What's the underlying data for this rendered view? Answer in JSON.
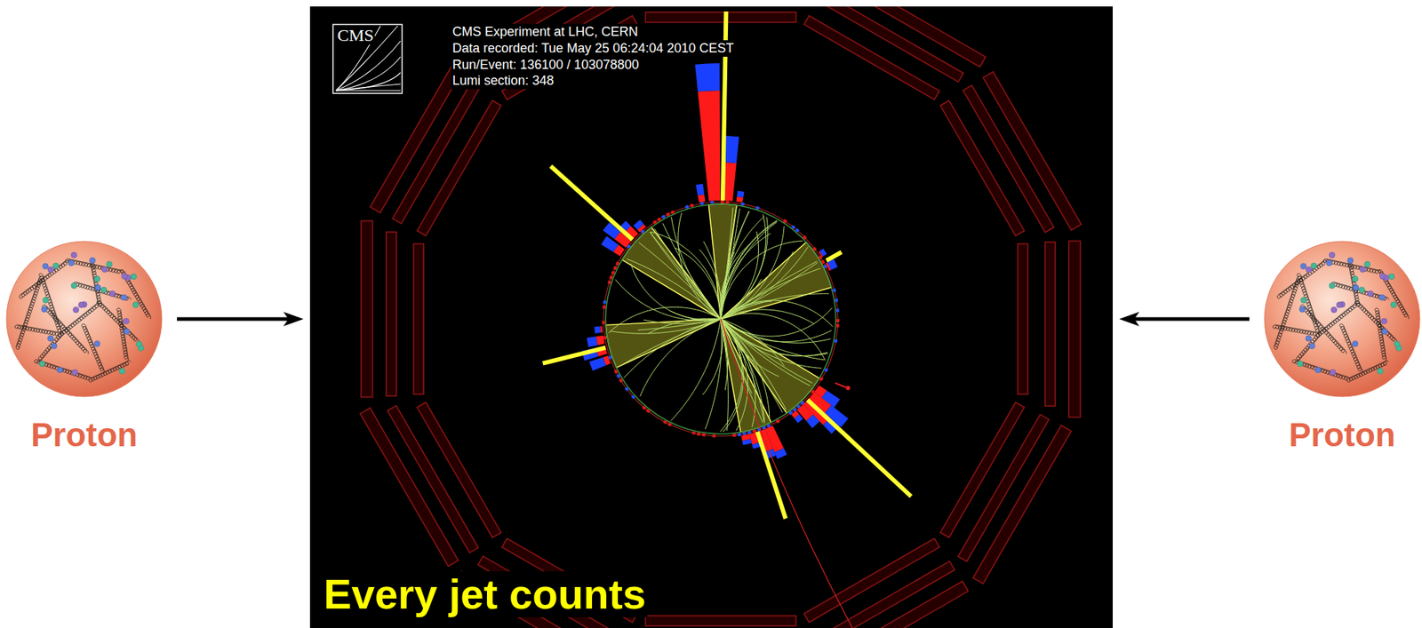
{
  "diagram": {
    "nodes": [
      {
        "text": [
          "Proton"
        ]
      },
      {
        "text": [
          "CMS Experiment at LHC, CERN",
          "Data recorded: Tue May 25 06:24:04 2010 CEST",
          "Run/Event: 136100 / 103078800",
          "Lumi section: 348",
          "Every jet counts"
        ]
      },
      {
        "text": [
          "Proton"
        ]
      }
    ],
    "edges": [
      {
        "from": 0,
        "to": 1,
        "arrow": "to"
      },
      {
        "from": 2,
        "to": 1,
        "arrow": "to"
      }
    ],
    "labels": [
      "CMS"
    ]
  }
}
